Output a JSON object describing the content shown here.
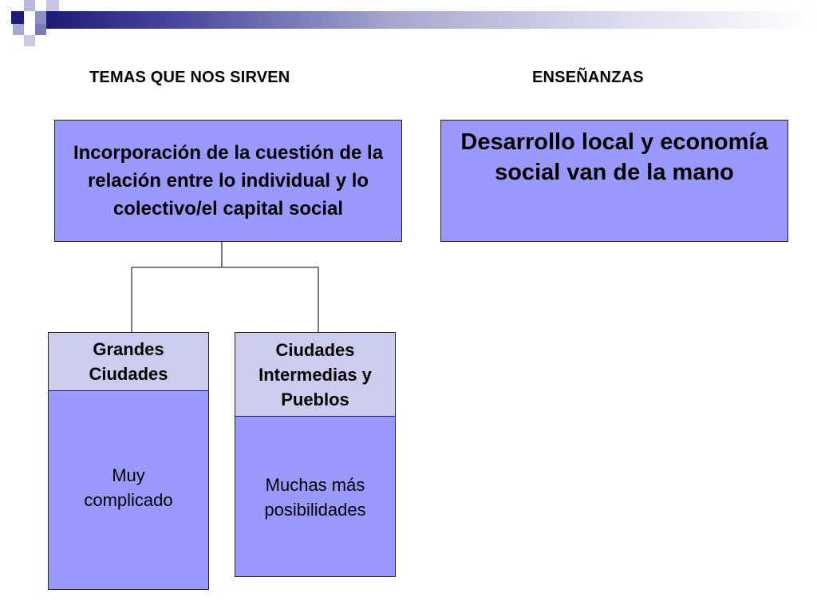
{
  "headings": {
    "left": "TEMAS QUE NOS SIRVEN",
    "right": "ENSEÑANZAS"
  },
  "main_box": {
    "text": "Incorporación de la cuestión de la relación entre lo individual y lo colectivo/el capital social"
  },
  "right_box": {
    "text": "Desarrollo local y economía social van de la mano"
  },
  "children": [
    {
      "title": "Grandes Ciudades",
      "body": "Muy complicado"
    },
    {
      "title": "Ciudades Intermedias y Pueblos",
      "body": "Muchas más posibilidades"
    }
  ],
  "colors": {
    "box_fill": "#9999ff",
    "header_fill": "#ccccee",
    "border": "#222222",
    "band_dark": "#1c1c78"
  }
}
